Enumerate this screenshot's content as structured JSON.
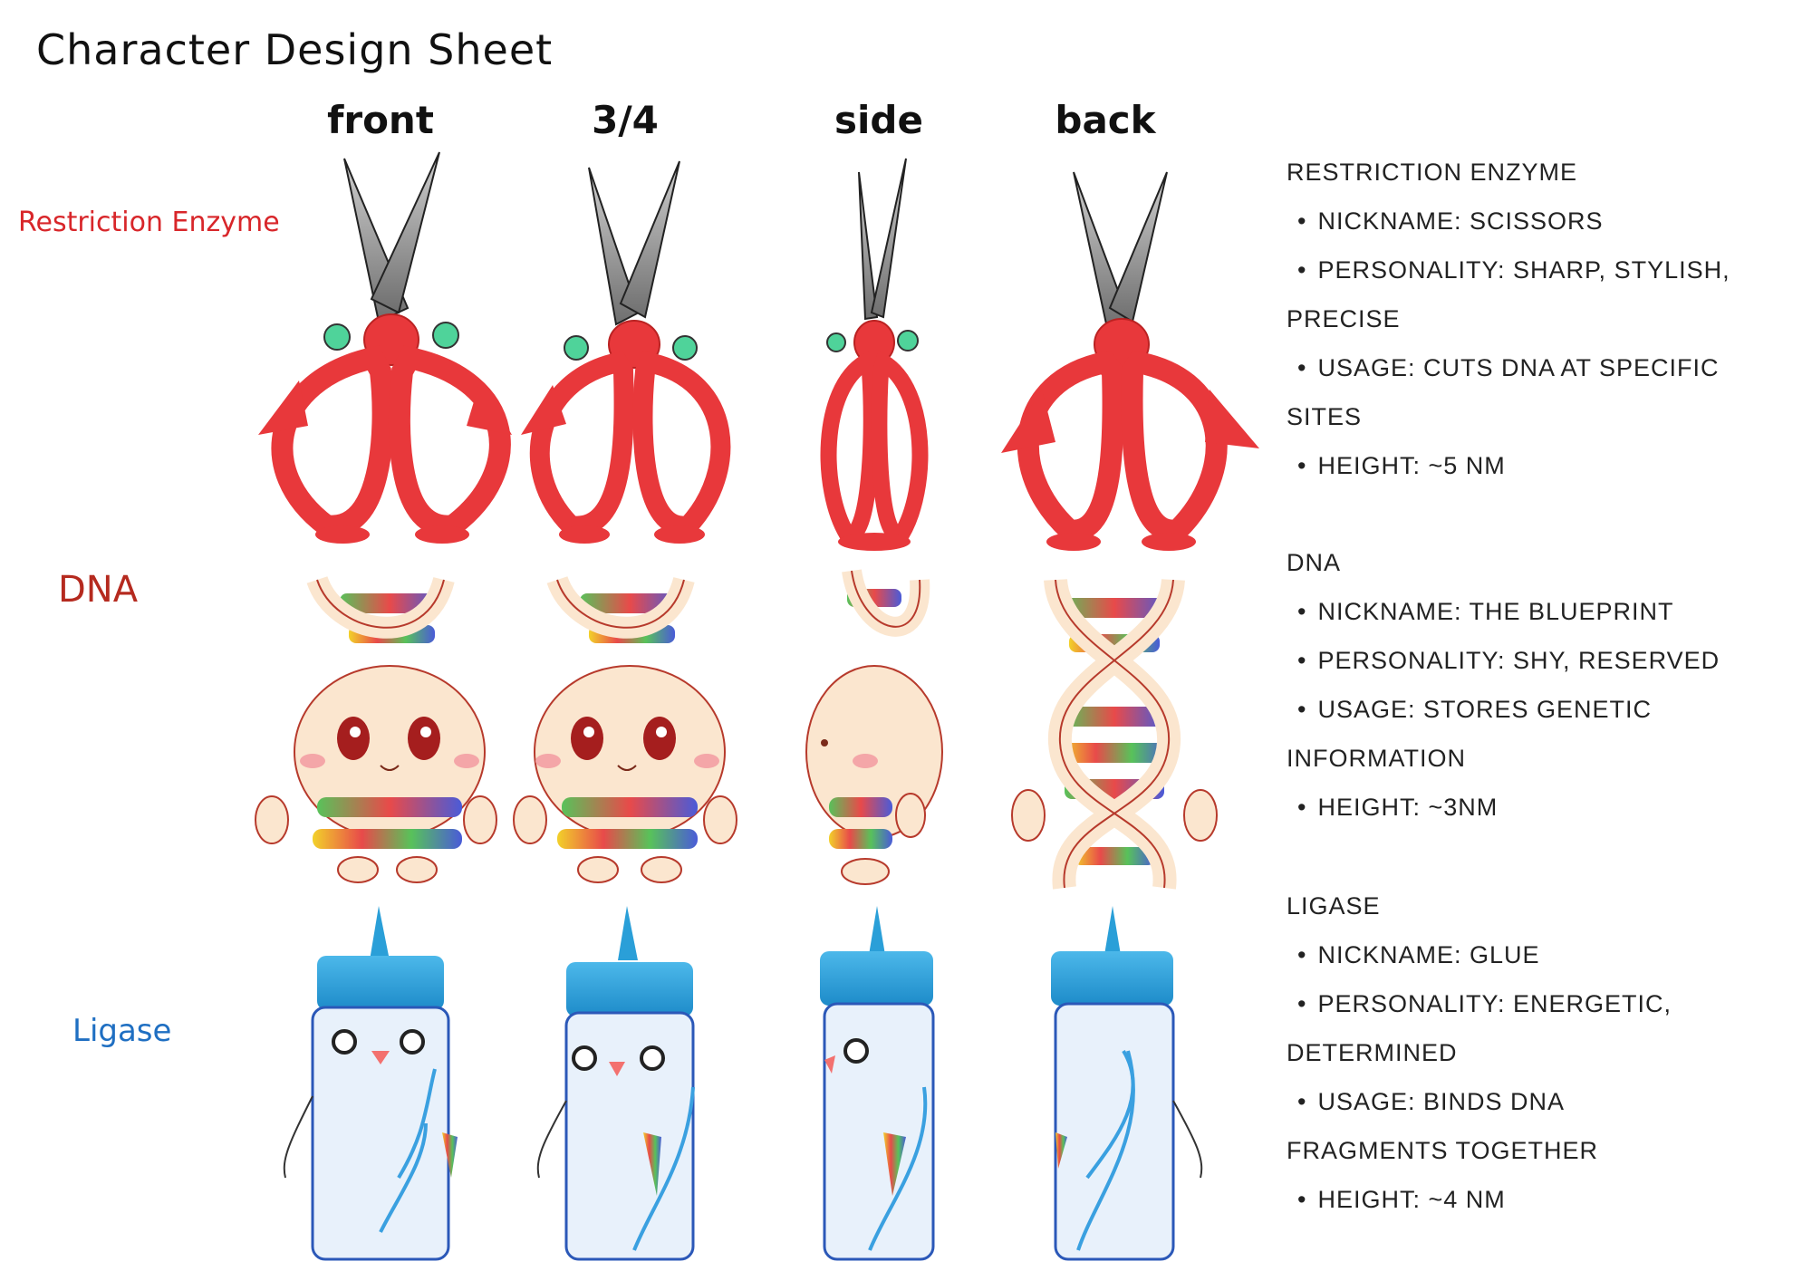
{
  "title": "Character Design Sheet",
  "views": [
    "front",
    "3/4",
    "side",
    "back"
  ],
  "row_labels": {
    "restriction": {
      "text": "Restriction Enzyme",
      "color": "#d8262a"
    },
    "dna": {
      "text": "DNA",
      "color": "#b52a1f"
    },
    "ligase": {
      "text": "Ligase",
      "color": "#1f6fc2"
    }
  },
  "colors": {
    "scissor_red": "#e8383b",
    "blade_gray": "#9a9a9a",
    "dna_skin": "#fbe6cf",
    "glue_blue": "#2a9fd8",
    "bottle_body": "#e8f1fb"
  },
  "info": {
    "restriction": {
      "heading": "RESTRICTION ENZYME",
      "nickname": "NICKNAME: SCISSORS",
      "personality": "PERSONALITY: SHARP, STYLISH,",
      "personality_cont": "PRECISE",
      "usage": "USAGE: CUTS DNA AT SPECIFIC",
      "usage_cont": "SITES",
      "height": "HEIGHT: ~5 NM"
    },
    "dna": {
      "heading": "DNA",
      "nickname": "NICKNAME: THE BLUEPRINT",
      "personality": "PERSONALITY: SHY, RESERVED",
      "usage": "USAGE: STORES GENETIC",
      "usage_cont": "INFORMATION",
      "height": "HEIGHT: ~3NM"
    },
    "ligase": {
      "heading": "LIGASE",
      "nickname": "NICKNAME: GLUE",
      "personality": "PERSONALITY: ENERGETIC,",
      "personality_cont": "DETERMINED",
      "usage": "USAGE: BINDS DNA",
      "usage_cont": "FRAGMENTS TOGETHER",
      "height": "HEIGHT: ~4 NM"
    }
  }
}
